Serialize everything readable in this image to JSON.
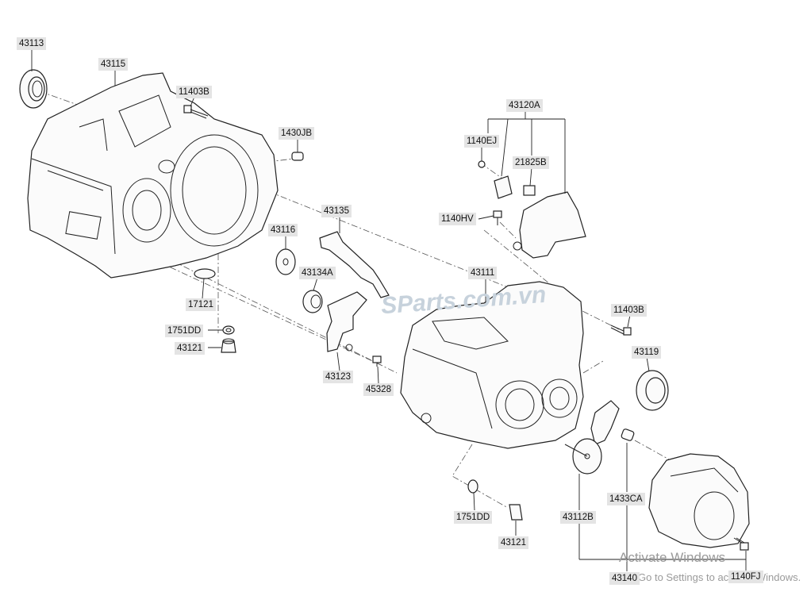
{
  "labels": {
    "p43113": "43113",
    "p43115": "43115",
    "p11403B_top": "11403B",
    "p1430JB": "1430JB",
    "p43120A": "43120A",
    "p1140EJ": "1140EJ",
    "p21825B": "21825B",
    "p1140HV": "1140HV",
    "p43135": "43135",
    "p43116": "43116",
    "p43134A": "43134A",
    "p43111": "43111",
    "p17121": "17121",
    "p1751DD_left": "1751DD",
    "p43121_left": "43121",
    "p43123": "43123",
    "p45328": "45328",
    "p11403B_right": "11403B",
    "p43119": "43119",
    "p1433CA": "1433CA",
    "p43112B": "43112B",
    "p1751DD_bottom": "1751DD",
    "p43121_bottom": "43121",
    "p43140": "43140",
    "p1140FJ": "1140FJ"
  },
  "watermark": "SParts.com.vn",
  "activation": {
    "title": "Activate Windows",
    "subtitle": "Go to Settings to activate Windows."
  }
}
